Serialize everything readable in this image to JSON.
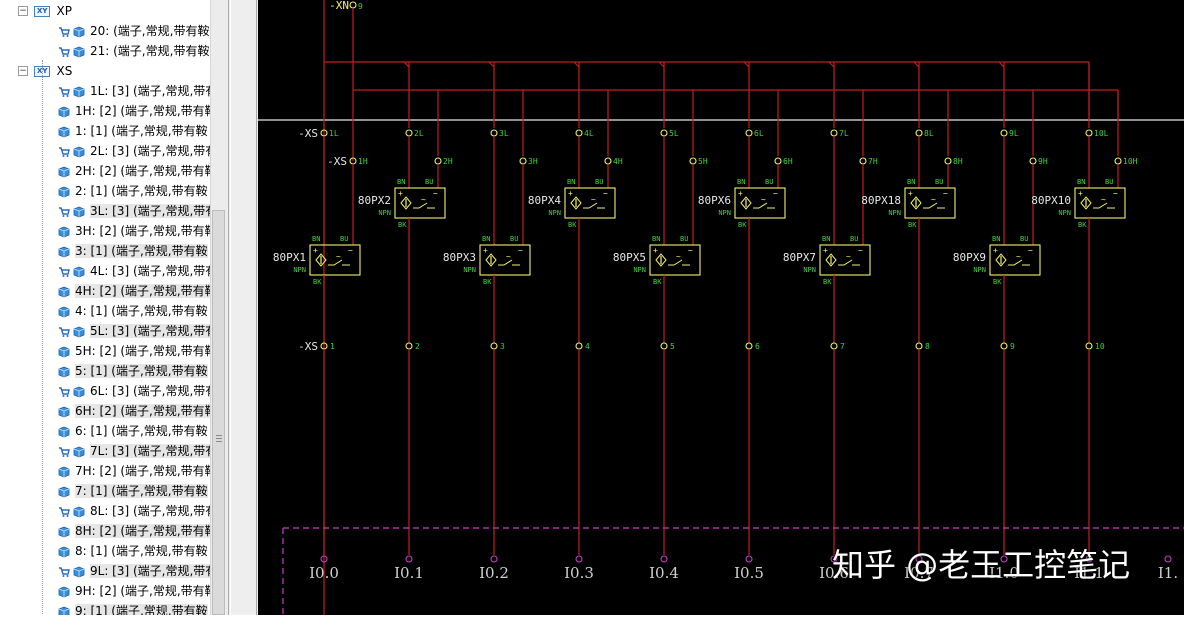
{
  "tree": {
    "groups": [
      {
        "label": "XP",
        "badge": "XY",
        "children": [
          {
            "label": "20: (端子,常规,带有鞍",
            "icon": "cart-cube-icon"
          },
          {
            "label": "21: (端子,常规,带有鞍",
            "icon": "cart-cube-icon"
          }
        ]
      },
      {
        "label": "XS",
        "badge": "XY",
        "children": [
          {
            "label": "1L: [3] (端子,常规,带有",
            "icon": "cart-cube-icon"
          },
          {
            "label": "1H: [2] (端子,常规,带有鞍",
            "icon": "cube-icon"
          },
          {
            "label": "1: [1] (端子,常规,带有鞍",
            "icon": "cube-icon"
          },
          {
            "label": "2L: [3] (端子,常规,带有",
            "icon": "cart-cube-icon"
          },
          {
            "label": "2H: [2] (端子,常规,带有鞍",
            "icon": "cube-icon"
          },
          {
            "label": "2: [1] (端子,常规,带有鞍",
            "icon": "cube-icon"
          },
          {
            "label": "3L: [3] (端子,常规,带有",
            "icon": "cart-cube-icon"
          },
          {
            "label": "3H: [2] (端子,常规,带有鞍",
            "icon": "cube-icon"
          },
          {
            "label": "3: [1] (端子,常规,带有鞍",
            "icon": "cube-icon"
          },
          {
            "label": "4L: [3] (端子,常规,带有",
            "icon": "cart-cube-icon"
          },
          {
            "label": "4H: [2] (端子,常规,带有鞍",
            "icon": "cube-icon"
          },
          {
            "label": "4: [1] (端子,常规,带有鞍",
            "icon": "cube-icon"
          },
          {
            "label": "5L: [3] (端子,常规,带有",
            "icon": "cart-cube-icon"
          },
          {
            "label": "5H: [2] (端子,常规,带有鞍",
            "icon": "cube-icon"
          },
          {
            "label": "5: [1] (端子,常规,带有鞍",
            "icon": "cube-icon"
          },
          {
            "label": "6L: [3] (端子,常规,带有",
            "icon": "cart-cube-icon"
          },
          {
            "label": "6H: [2] (端子,常规,带有鞍",
            "icon": "cube-icon"
          },
          {
            "label": "6: [1] (端子,常规,带有鞍",
            "icon": "cube-icon"
          },
          {
            "label": "7L: [3] (端子,常规,带有",
            "icon": "cart-cube-icon"
          },
          {
            "label": "7H: [2] (端子,常规,带有鞍",
            "icon": "cube-icon"
          },
          {
            "label": "7: [1] (端子,常规,带有鞍",
            "icon": "cube-icon"
          },
          {
            "label": "8L: [3] (端子,常规,带有",
            "icon": "cart-cube-icon"
          },
          {
            "label": "8H: [2] (端子,常规,带有鞍",
            "icon": "cube-icon"
          },
          {
            "label": "8: [1] (端子,常规,带有鞍",
            "icon": "cube-icon"
          },
          {
            "label": "9L: [3] (端子,常规,带有",
            "icon": "cart-cube-icon"
          },
          {
            "label": "9H: [2] (端子,常规,带有鞍",
            "icon": "cube-icon"
          },
          {
            "label": "9: [1] (端子,常规,带有鞍",
            "icon": "cube-icon"
          }
        ]
      }
    ]
  },
  "schematic": {
    "top_terminal_label": "-XN",
    "top_terminal_number": "9",
    "strip_label": "-XS",
    "sensors": [
      {
        "name": "80PX1",
        "type": "NPN",
        "terminal_l": "1L",
        "terminal_h": "1H",
        "terminal_out": "1"
      },
      {
        "name": "80PX2",
        "type": "NPN",
        "terminal_l": "2L",
        "terminal_h": "2H",
        "terminal_out": "2"
      },
      {
        "name": "80PX3",
        "type": "NPN",
        "terminal_l": "3L",
        "terminal_h": "3H",
        "terminal_out": "3"
      },
      {
        "name": "80PX4",
        "type": "NPN",
        "terminal_l": "4L",
        "terminal_h": "4H",
        "terminal_out": "4"
      },
      {
        "name": "80PX5",
        "type": "NPN",
        "terminal_l": "5L",
        "terminal_h": "5H",
        "terminal_out": "5"
      },
      {
        "name": "80PX6",
        "type": "NPN",
        "terminal_l": "6L",
        "terminal_h": "6H",
        "terminal_out": "6"
      },
      {
        "name": "80PX7",
        "type": "NPN",
        "terminal_l": "7L",
        "terminal_h": "7H",
        "terminal_out": "7"
      },
      {
        "name": "80PX18",
        "type": "NPN",
        "terminal_l": "8L",
        "terminal_h": "8H",
        "terminal_out": "8"
      },
      {
        "name": "80PX9",
        "type": "NPN",
        "terminal_l": "9L",
        "terminal_h": "9H",
        "terminal_out": "9"
      },
      {
        "name": "80PX10",
        "type": "NPN",
        "terminal_l": "10L",
        "terminal_h": "10H",
        "terminal_out": "10"
      }
    ],
    "pin_labels": {
      "brown": "BN",
      "blue": "BU",
      "black": "BK",
      "plus": "+",
      "minus": "−"
    },
    "io_labels": [
      "I0.0",
      "I0.1",
      "I0.2",
      "I0.3",
      "I0.4",
      "I0.5",
      "I0.6",
      "I0.7",
      "I1.0",
      "I1.1",
      "I1."
    ],
    "colors": {
      "background": "#000000",
      "wire": "#c41e1e",
      "component": "#f2f26a",
      "terminal_text": "#3fd23f",
      "plc_border": "#c63fc6",
      "io_text": "#d0d0d0",
      "divider": "#e8e8e8"
    }
  },
  "watermark": "知乎 @老王工控笔记"
}
